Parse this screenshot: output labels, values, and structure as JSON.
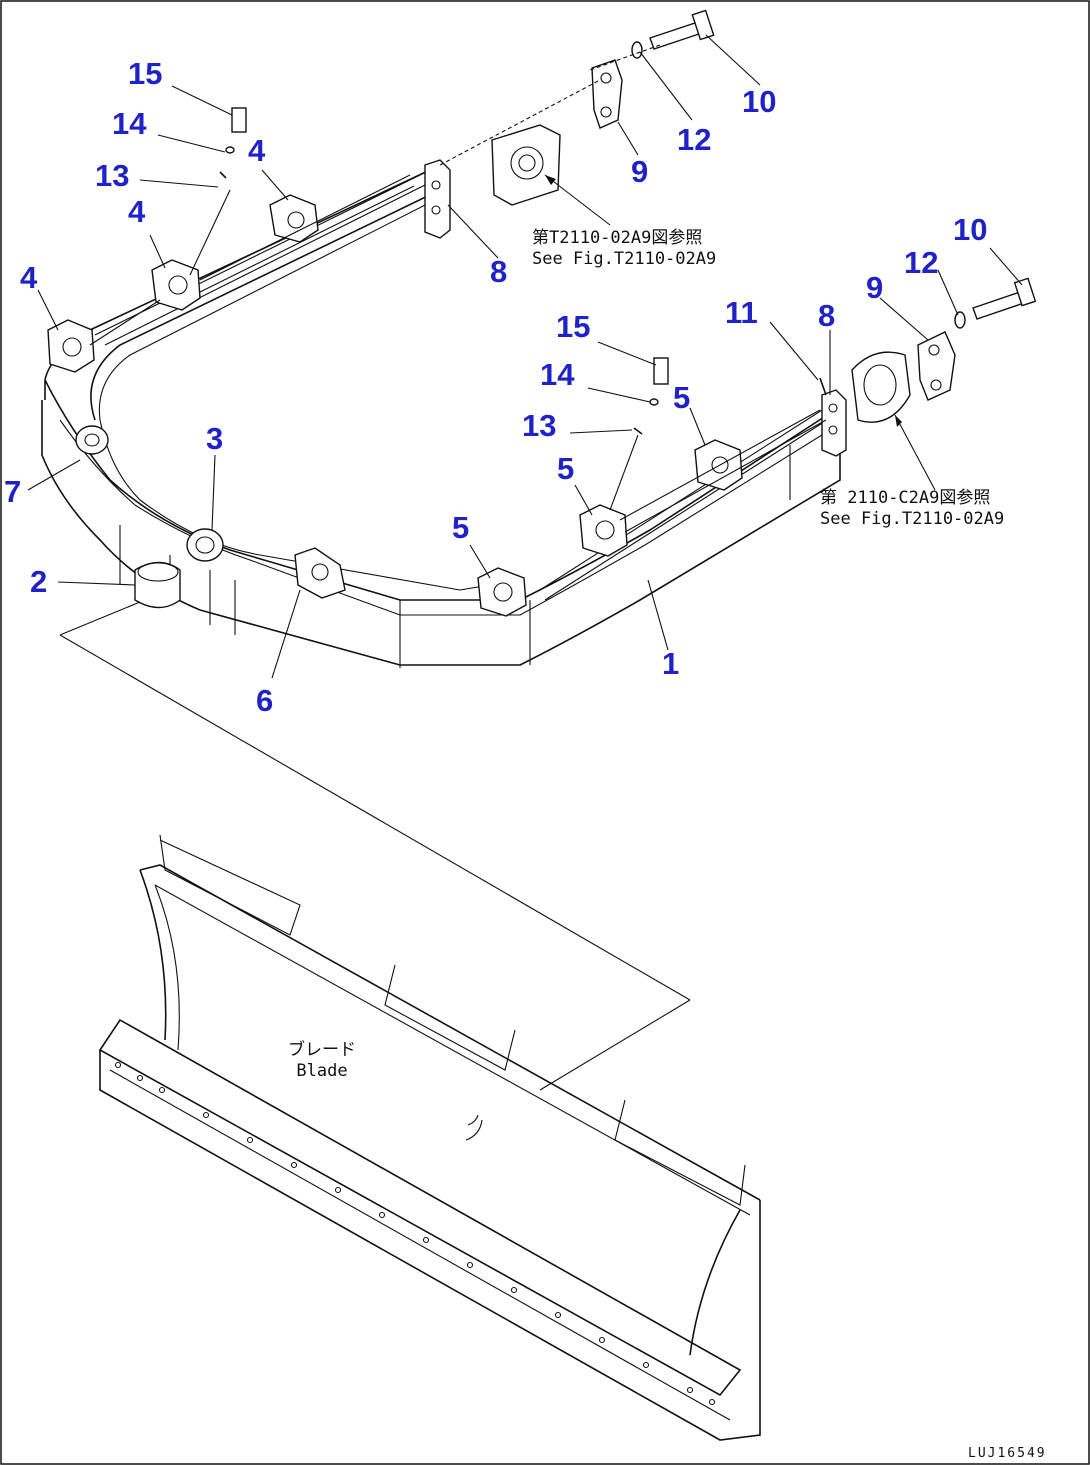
{
  "callouts": [
    {
      "id": "c1",
      "label": "1"
    },
    {
      "id": "c2",
      "label": "2"
    },
    {
      "id": "c3",
      "label": "3"
    },
    {
      "id": "c4a",
      "label": "4"
    },
    {
      "id": "c4b",
      "label": "4"
    },
    {
      "id": "c4c",
      "label": "4"
    },
    {
      "id": "c5a",
      "label": "5"
    },
    {
      "id": "c5b",
      "label": "5"
    },
    {
      "id": "c5c",
      "label": "5"
    },
    {
      "id": "c6",
      "label": "6"
    },
    {
      "id": "c7",
      "label": "7"
    },
    {
      "id": "c8a",
      "label": "8"
    },
    {
      "id": "c8b",
      "label": "8"
    },
    {
      "id": "c9a",
      "label": "9"
    },
    {
      "id": "c9b",
      "label": "9"
    },
    {
      "id": "c10a",
      "label": "10"
    },
    {
      "id": "c10b",
      "label": "10"
    },
    {
      "id": "c11",
      "label": "11"
    },
    {
      "id": "c12a",
      "label": "12"
    },
    {
      "id": "c12b",
      "label": "12"
    },
    {
      "id": "c13a",
      "label": "13"
    },
    {
      "id": "c13b",
      "label": "13"
    },
    {
      "id": "c14a",
      "label": "14"
    },
    {
      "id": "c14b",
      "label": "14"
    },
    {
      "id": "c15a",
      "label": "15"
    },
    {
      "id": "c15b",
      "label": "15"
    }
  ],
  "notes": {
    "ref_upper_jp": "第T2110-02A9図参照",
    "ref_upper_en": "See Fig.T2110-02A9",
    "ref_right_jp": "第 2110-C2A9図参照",
    "ref_right_en": "See Fig.T2110-02A9",
    "blade_jp": "ブレード",
    "blade_en": "Blade"
  },
  "drawing_id": "LUJ16549",
  "colors": {
    "callout": "#1f22c8",
    "line": "#111111",
    "background": "#ffffff"
  }
}
